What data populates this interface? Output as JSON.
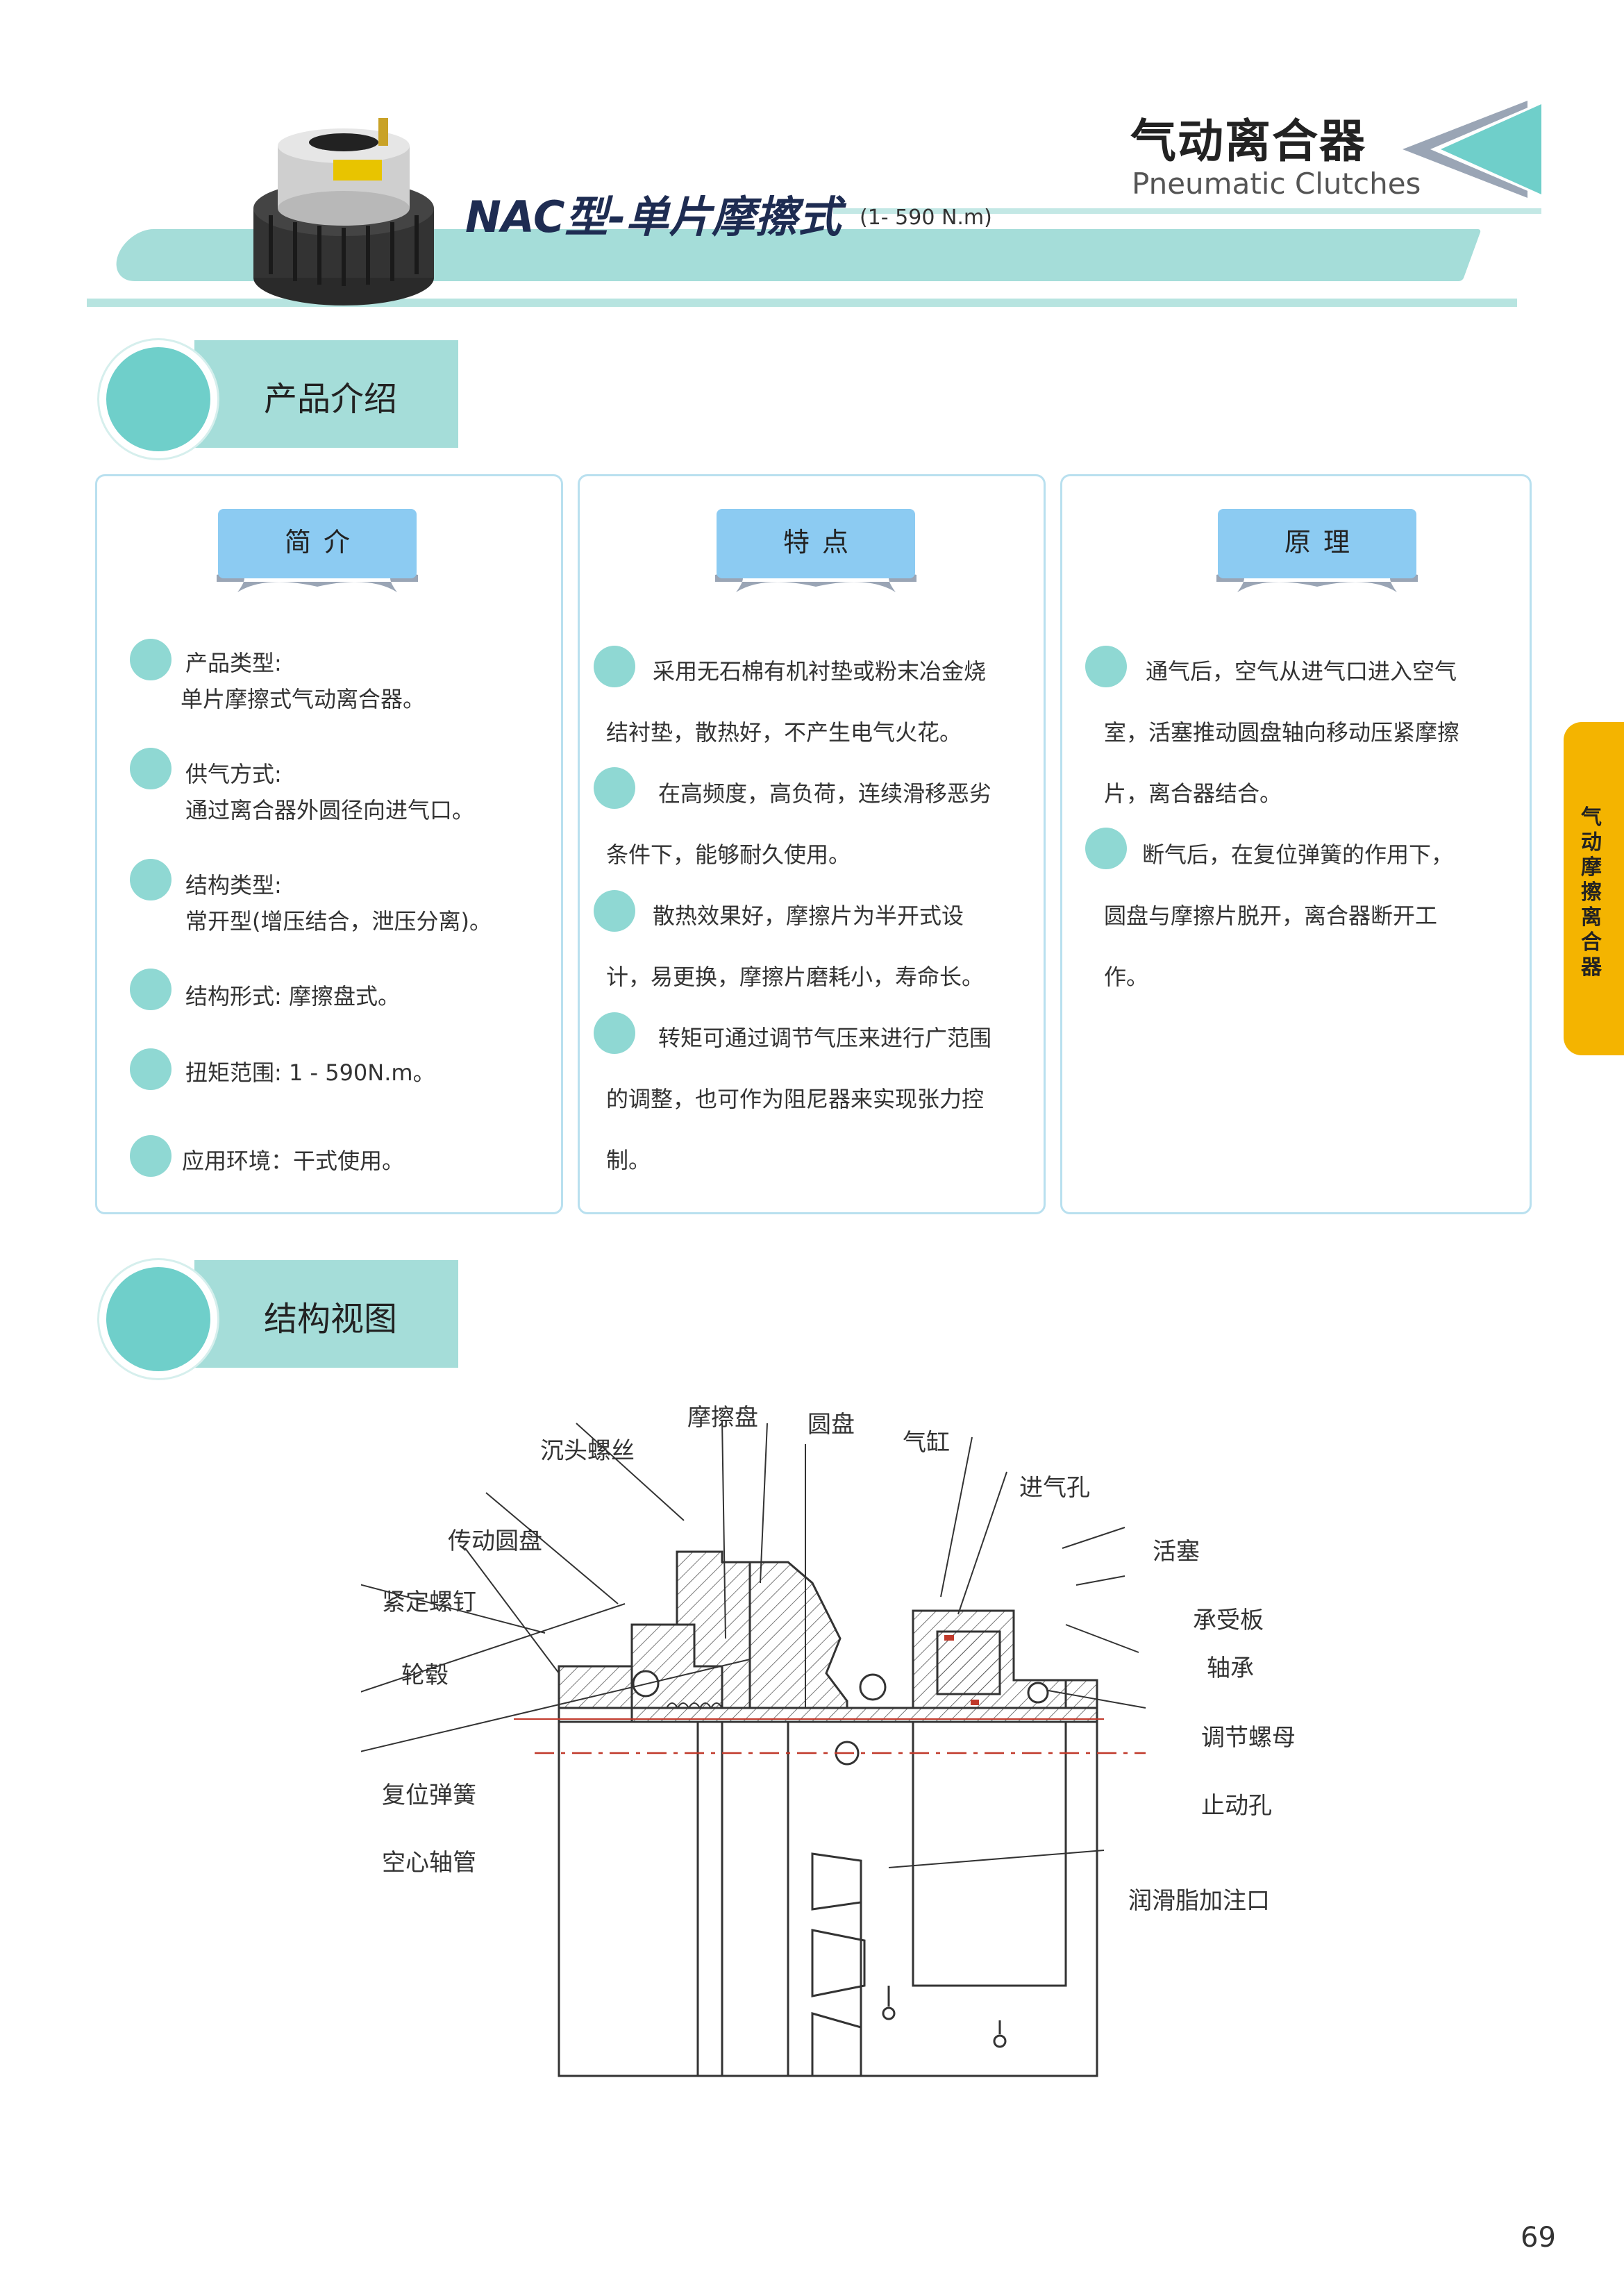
{
  "header": {
    "series_title": "NAC型-单片摩擦式",
    "series_range": "(1- 590 N.m)",
    "category_cn": "气动离合器",
    "category_en": "Pneumatic Clutches"
  },
  "sections": {
    "intro_title": "产品介绍",
    "structure_title": "结构视图"
  },
  "intro": {
    "summary": {
      "ribbon": "简介",
      "items": [
        {
          "label": "产品类型:",
          "text": "单片摩擦式气动离合器。"
        },
        {
          "label": "供气方式:",
          "text": "通过离合器外圆径向进气口。"
        },
        {
          "label": "结构类型:",
          "text": "常开型(增压结合，泄压分离)。"
        },
        {
          "label": "结构形式: 摩擦盘式。",
          "text": ""
        },
        {
          "label": "扭矩范围: 1 - 590N.m。",
          "text": ""
        },
        {
          "label": "应用环境：干式使用。",
          "text": ""
        }
      ]
    },
    "features": {
      "ribbon": "特点",
      "lines": [
        "采用无石棉有机衬垫或粉末冶金烧",
        "结衬垫，散热好，不产生电气火花。",
        "在高频度，高负荷，连续滑移恶劣",
        "条件下，能够耐久使用。",
        "散热效果好，摩擦片为半开式设",
        "计，易更换，摩擦片磨耗小，寿命长。",
        "转矩可通过调节气压来进行广范围",
        "的调整，也可作为阻尼器来实现张力控",
        "制。"
      ]
    },
    "principle": {
      "ribbon": "原理",
      "lines": [
        "通气后，空气从进气口进入空气",
        "室，活塞推动圆盘轴向移动压紧摩擦",
        "片，离合器结合。",
        "断气后，在复位弹簧的作用下，",
        "圆盘与摩擦片脱开，离合器断开工",
        "作。"
      ]
    }
  },
  "side_tab": "气动摩擦离合器",
  "diagram": {
    "labels": {
      "friction_disc": "摩擦盘",
      "disc": "圆盘",
      "cylinder": "气缸",
      "countersunk_screw": "沉头螺丝",
      "air_inlet": "进气孔",
      "piston": "活塞",
      "drive_disc": "传动圆盘",
      "set_screw": "紧定螺钉",
      "bearing_plate": "承受板",
      "bearing": "轴承",
      "hub": "轮毂",
      "adjust_nut": "调节螺母",
      "stop_hole": "止动孔",
      "return_spring": "复位弹簧",
      "hollow_shaft": "空心轴管",
      "grease_port": "润滑脂加注口"
    }
  },
  "page_number": "69",
  "colors": {
    "teal_light": "#a5ddd9",
    "teal_dark": "#6fcfca",
    "ribbon_blue": "#8ccbf2",
    "tab_orange": "#f4b400",
    "title_navy": "#1e2c52"
  }
}
